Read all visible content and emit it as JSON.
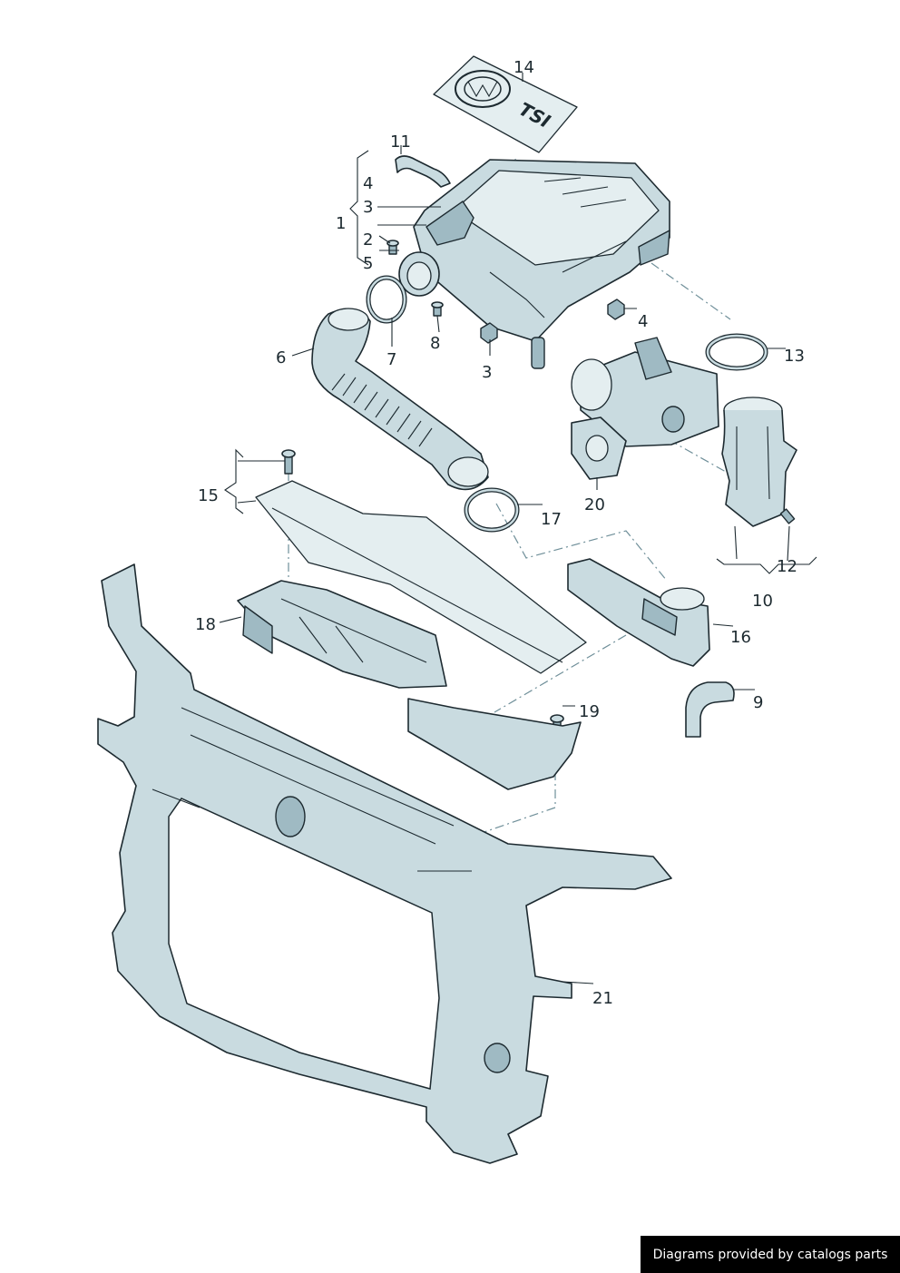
{
  "callouts": {
    "c1": "1",
    "c2": "2",
    "c3a": "3",
    "c3b": "3",
    "c4a": "4",
    "c4b": "4",
    "c5": "5",
    "c6": "6",
    "c7": "7",
    "c8": "8",
    "c9": "9",
    "c10": "10",
    "c11": "11",
    "c12": "12",
    "c13": "13",
    "c14": "14",
    "c15": "15",
    "c16": "16",
    "c17": "17",
    "c18": "18",
    "c19": "19",
    "c20": "20",
    "c21": "21"
  },
  "cover_badge": "TSI",
  "watermark": "Diagrams provided by catalogs parts",
  "colors": {
    "part": "#c9dbe0",
    "outline": "#1d2a30",
    "watermark_bg": "#000000"
  }
}
